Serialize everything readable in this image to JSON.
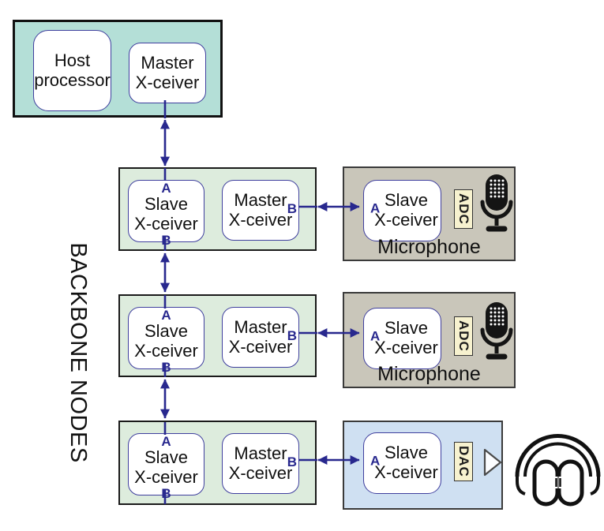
{
  "figure": {
    "side_label": "BACKBONE NODES",
    "ports": {
      "a": "A",
      "b": "B"
    },
    "labels": {
      "host_line1": "Host",
      "host_line2": "processor",
      "master_line1": "Master",
      "master_line2": "X-ceiver",
      "slave_line1": "Slave",
      "slave_line2": "X-ceiver",
      "adc": "ADC",
      "dac": "DAC",
      "microphone_caption": "Microphone"
    },
    "icons": {
      "microphone": "microphone-icon",
      "amplifier": "amplifier-triangle-icon",
      "headphones": "headphones-icon"
    },
    "colors": {
      "host_node_bg": "#b4dfd7",
      "backbone_node_bg": "#ddecdd",
      "microphone_bg": "#c9c6ba",
      "speaker_bg": "#cfe0f2",
      "converter_label_bg": "#f7f2cf",
      "inner_box_border": "#3f3f9e",
      "arrow": "#28288e"
    }
  }
}
